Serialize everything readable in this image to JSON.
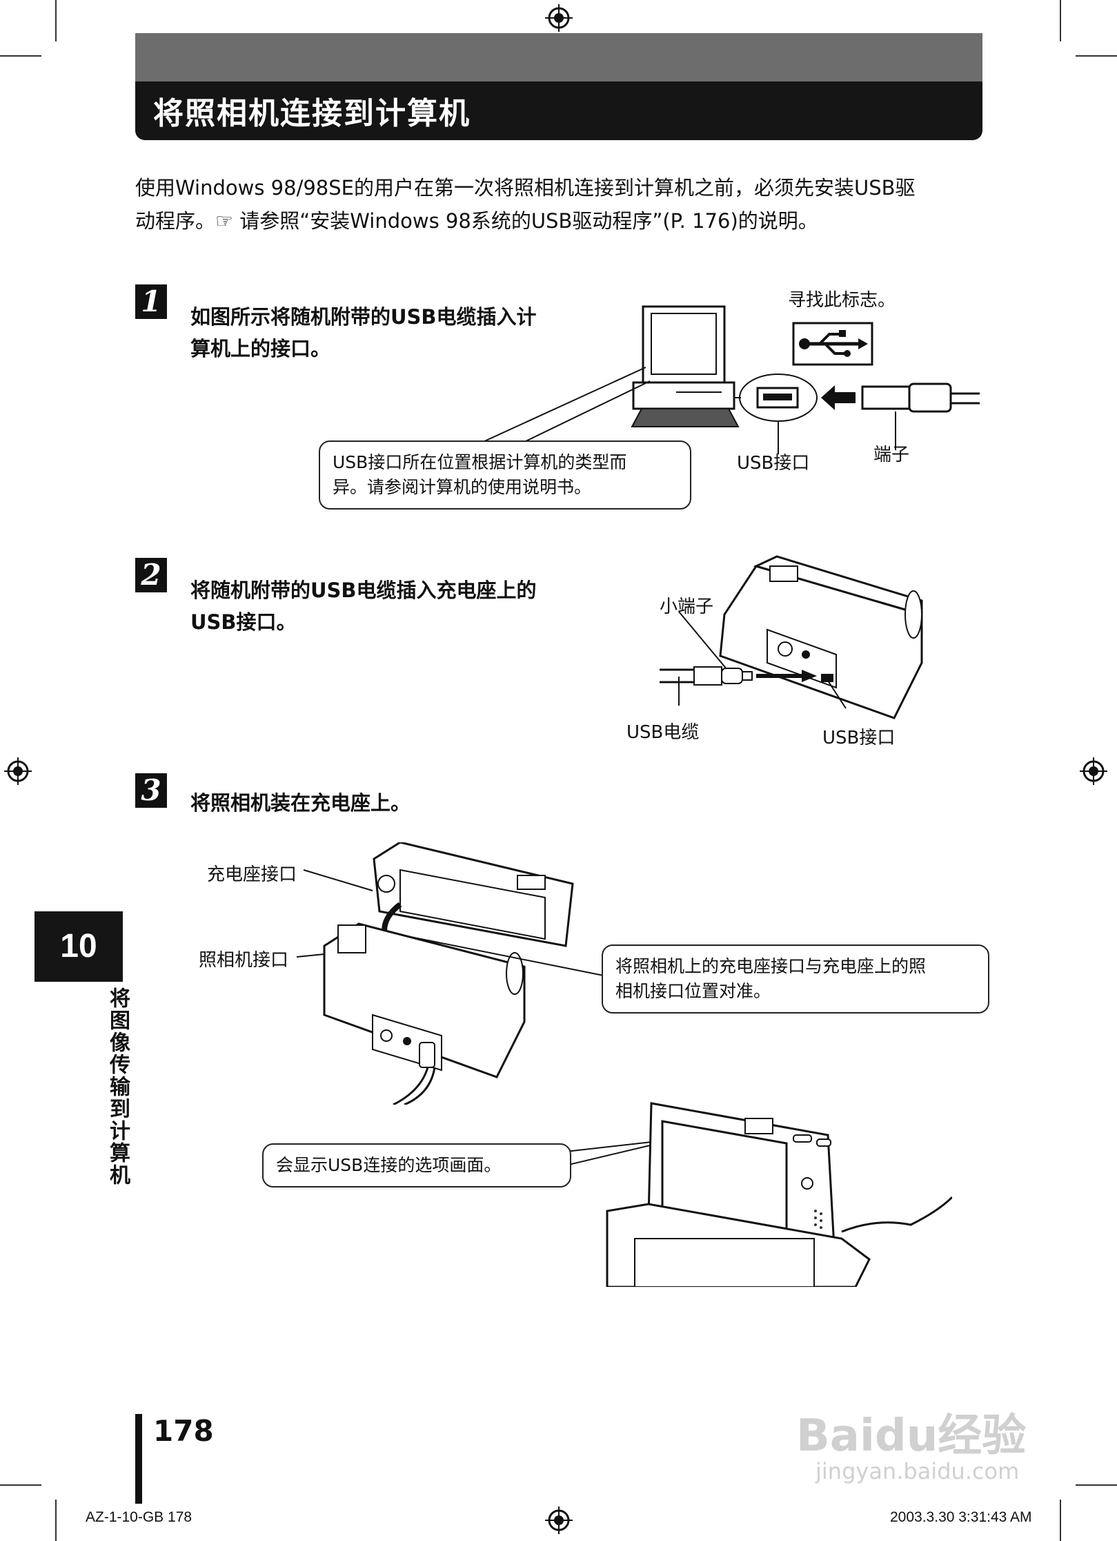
{
  "header": {
    "title": "将照相机连接到计算机"
  },
  "intro": {
    "line1": "使用Windows 98/98SE的用户在第一次将照相机连接到计算机之前，必须先安装USB驱",
    "line2": "动程序。☞ 请参照“安装Windows 98系统的USB驱动程序”(P. 176)的说明。"
  },
  "step1": {
    "number": "1",
    "text_line1": "如图所示将随机附带的USB电缆插入计",
    "text_line2": "算机上的接口。",
    "find_logo": "寻找此标志。",
    "usb_port": "USB接口",
    "connector": "端子",
    "callout_line1": "USB接口所在位置根据计算机的类型而",
    "callout_line2": "异。请参阅计算机的使用说明书。"
  },
  "step2": {
    "number": "2",
    "text_line1": "将随机附带的USB电缆插入充电座上的",
    "text_line2": "USB接口。",
    "small_connector": "小端子",
    "usb_cable": "USB电缆",
    "usb_port": "USB接口"
  },
  "step3": {
    "number": "3",
    "text": "将照相机装在充电座上。",
    "cradle_connector": "充电座接口",
    "camera_connector": "照相机接口",
    "callout1_line1": "将照相机上的充电座接口与充电座上的照",
    "callout1_line2": "相机接口位置对准。",
    "callout2": "会显示USB连接的选项画面。"
  },
  "side": {
    "chapter": "10",
    "chapter_title": "将图像传输到计算机"
  },
  "footer": {
    "page": "178",
    "code": "AZ-1-10-GB   178",
    "timestamp": "2003.3.30   3:31:43 AM"
  },
  "watermark": {
    "brand": "Baidu经验",
    "url": "jingyan.baidu.com"
  }
}
